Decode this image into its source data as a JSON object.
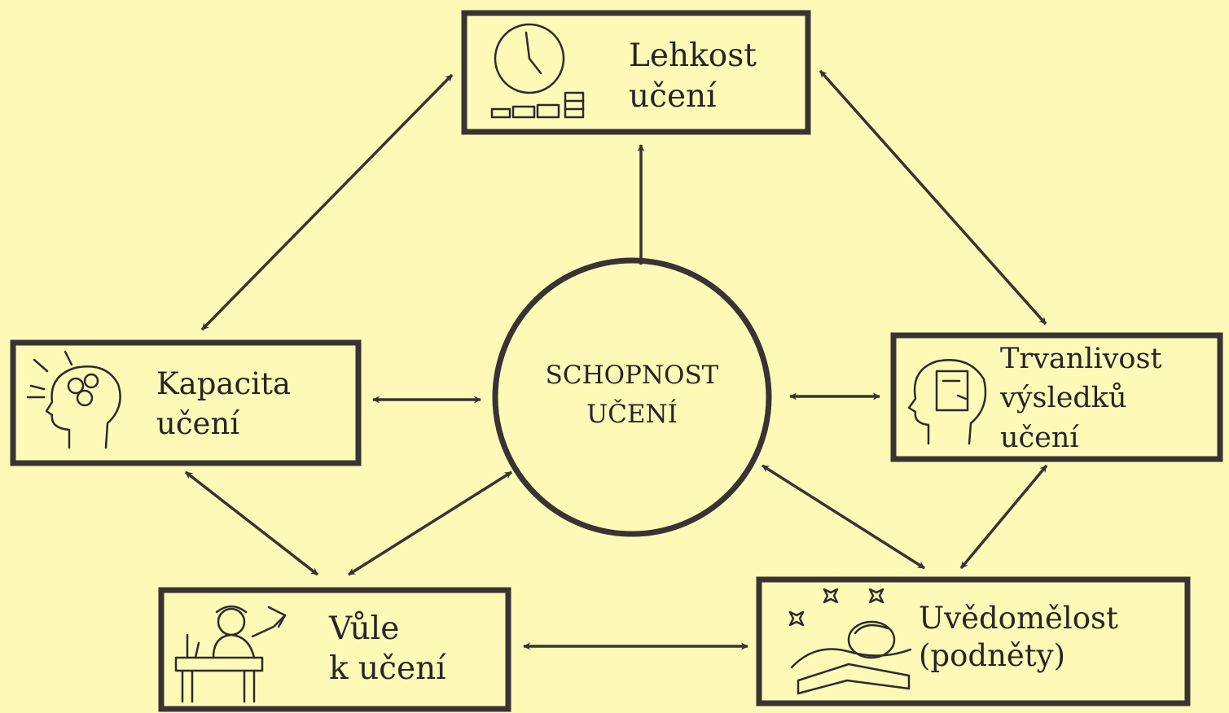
{
  "diagram": {
    "center": {
      "line1": "SCHOPNOST",
      "line2": "UČENÍ"
    },
    "nodes": {
      "lehkost": {
        "line1": "Lehkost",
        "line2": "učení",
        "icon": "clock-and-stacks-icon"
      },
      "kapacita": {
        "line1": "Kapacita",
        "line2": "učení",
        "icon": "head-with-gears-icon"
      },
      "trvanlivost": {
        "line1": "Trvanlivost",
        "line2": "výsledků",
        "line3": "učení",
        "icon": "head-with-notebook-icon"
      },
      "vule": {
        "line1": "Vůle",
        "line2": "k učení",
        "icon": "student-at-desk-icon"
      },
      "uvedomelost": {
        "line1": "Uvědomělost",
        "line2": "(podněty)",
        "icon": "dreaming-sleeper-icon"
      }
    },
    "connections": [
      [
        "lehkost",
        "center"
      ],
      [
        "lehkost",
        "kapacita"
      ],
      [
        "lehkost",
        "trvanlivost"
      ],
      [
        "kapacita",
        "center"
      ],
      [
        "trvanlivost",
        "center"
      ],
      [
        "kapacita",
        "vule"
      ],
      [
        "vule",
        "center"
      ],
      [
        "vule",
        "uvedomelost"
      ],
      [
        "uvedomelost",
        "center"
      ],
      [
        "uvedomelost",
        "trvanlivost"
      ]
    ],
    "colors": {
      "background": "#fdfab8",
      "ink": "#3a3233"
    }
  }
}
